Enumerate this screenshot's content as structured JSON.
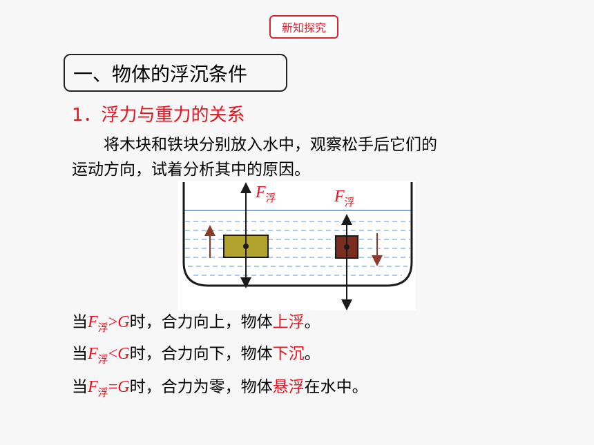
{
  "badge": "新知探究",
  "section_title": "一、物体的浮沉条件",
  "subheading": "1．浮力与重力的关系",
  "paragraph": {
    "line1": "将木块和铁块分别放入水中，观察松手后它们的",
    "line2": "运动方向，试着分析其中的原因。"
  },
  "diagram": {
    "force_label_symbol": "F",
    "force_label_sub": "浮",
    "colors": {
      "water_line": "#7fa9d6",
      "wood_block": "#b2a32e",
      "iron_block": "#7b2d1f",
      "motion_arrow": "#8e3a2b"
    }
  },
  "conditions": [
    {
      "pre": "当",
      "f": "F",
      "sub": "浮",
      "op": ">",
      "g": "G",
      "mid": "时，合力向上，物体",
      "result": "上浮",
      "post": "。"
    },
    {
      "pre": "当",
      "f": "F",
      "sub": "浮",
      "op": "<",
      "g": "G",
      "mid": "时，合力向下，物体",
      "result": "下沉",
      "post": "。"
    },
    {
      "pre": "当",
      "f": "F",
      "sub": "浮",
      "op": "=",
      "g": "G",
      "mid": "时，合力为零，物体",
      "result": "悬浮",
      "post": "在水中。"
    }
  ]
}
